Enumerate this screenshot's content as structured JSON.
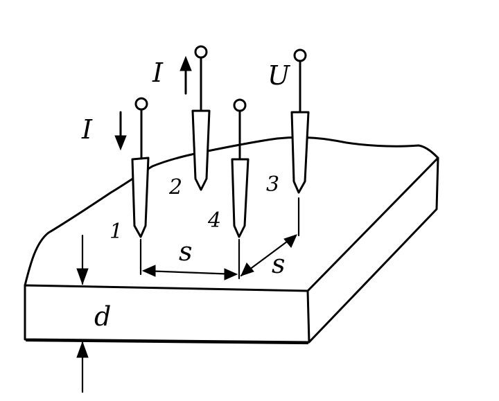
{
  "labels": {
    "current_in": "I",
    "current_out": "I",
    "voltage": "U",
    "probe_1": "1",
    "probe_2": "2",
    "probe_3": "3",
    "probe_4": "4",
    "spacing_horizontal": "s",
    "spacing_diagonal": "s",
    "thickness": "d"
  }
}
